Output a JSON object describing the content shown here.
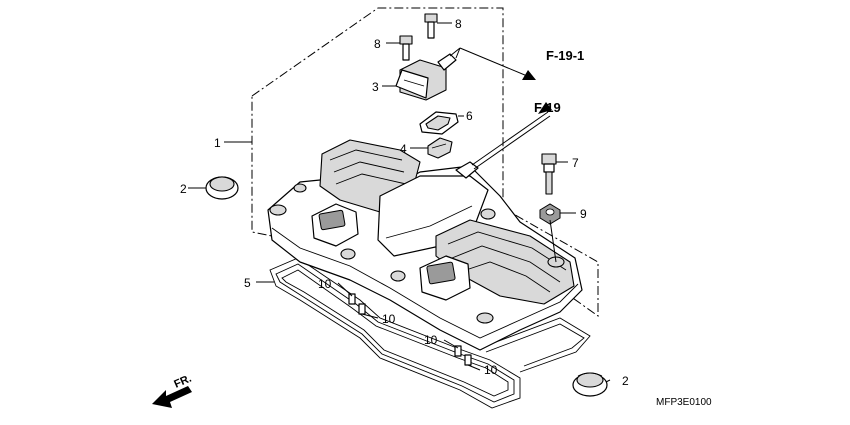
{
  "callouts": {
    "c1": "1",
    "c2a": "2",
    "c2b": "2",
    "c3": "3",
    "c4": "4",
    "c5": "5",
    "c6": "6",
    "c7": "7",
    "c8a": "8",
    "c8b": "8",
    "c9": "9",
    "c10a": "10",
    "c10b": "10",
    "c10c": "10",
    "c10d": "10"
  },
  "refs": {
    "f19_1": "F-19-1",
    "f19": "F-19"
  },
  "direction_label": "FR.",
  "diagram_code": "MFP3E0100"
}
